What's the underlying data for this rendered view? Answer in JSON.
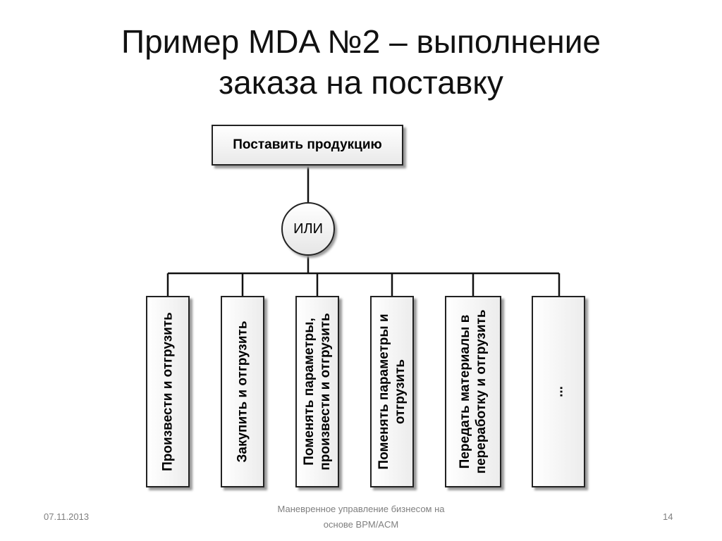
{
  "title": {
    "line1": "Пример MDA №2 – выполнение",
    "line2": "заказа на поставку"
  },
  "diagram": {
    "root": "Поставить продукцию",
    "connector": "ИЛИ",
    "leaves": [
      "Произвести и отгрузить",
      "Закупить и отгрузить",
      "Поменять параметры, произвести и отгрузить",
      "Поменять параметры и отгрузить",
      "Передать материалы в переработку и отгрузить",
      "..."
    ]
  },
  "footer": {
    "date": "07.11.2013",
    "caption_line1": "Маневренное управление бизнесом на",
    "caption_line2": "основе BPM/ACM",
    "page": "14"
  }
}
